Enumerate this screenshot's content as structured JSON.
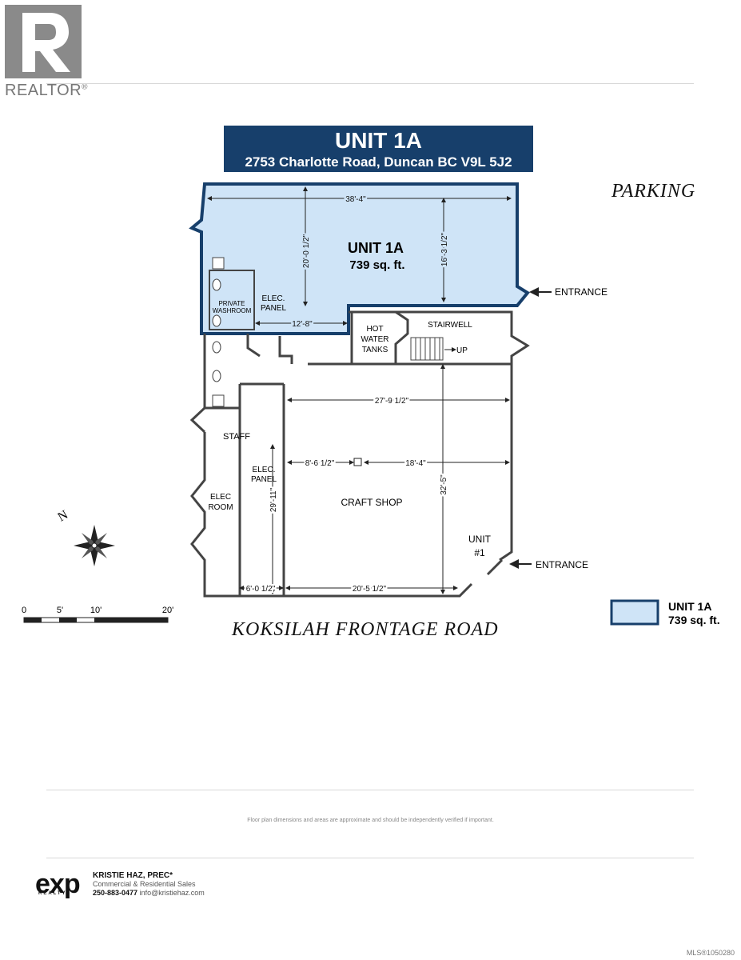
{
  "header": {
    "realtor_label": "REALTOR",
    "registered_mark": "®"
  },
  "title": {
    "unit": "UNIT 1A",
    "address": "2753 Charlotte Road, Duncan BC V9L 5J2"
  },
  "labels": {
    "parking": "PARKING",
    "road": "KOKSILAH FRONTAGE ROAD",
    "unit_1a_name": "UNIT 1A",
    "unit_1a_area": "739 sq. ft.",
    "private_washroom_line1": "PRIVATE",
    "private_washroom_line2": "WASHROOM",
    "elec_panel_1_line1": "ELEC.",
    "elec_panel_1_line2": "PANEL",
    "hot_water_line1": "HOT",
    "hot_water_line2": "WATER",
    "hot_water_line3": "TANKS",
    "stairwell": "STAIRWELL",
    "up": "UP",
    "staff": "STAFF",
    "elec_panel_2_line1": "ELEC.",
    "elec_panel_2_line2": "PANEL",
    "elec_room_line1": "ELEC",
    "elec_room_line2": "ROOM",
    "craft_shop": "CRAFT SHOP",
    "unit_1_line1": "UNIT",
    "unit_1_line2": "#1",
    "entrance_upper": "ENTRANCE",
    "entrance_lower": "ENTRANCE",
    "north": "N"
  },
  "dimensions": {
    "d_38_4": "38'-4\"",
    "d_20_0_5": "20'-0 1/2\"",
    "d_16_3_5": "16'-3 1/2\"",
    "d_12_8": "12'-8\"",
    "d_27_9_5": "27'-9 1/2\"",
    "d_8_6_5": "8'-6 1/2\"",
    "d_18_4": "18'-4\"",
    "d_29_11": "29'-11\"",
    "d_32_5": "32'-5\"",
    "d_6_0_5": "6'-0 1/2\"",
    "d_20_5_5": "20'-5 1/2\""
  },
  "scale_bar": {
    "ticks": [
      "0",
      "5'",
      "10'",
      "20'"
    ]
  },
  "legend": {
    "name": "UNIT 1A",
    "area": "739 sq. ft.",
    "fill_color": "#cfe4f7"
  },
  "colors": {
    "banner": "#173f6b",
    "unit_highlight_fill": "#cfe4f7",
    "unit_highlight_border": "#173f6b",
    "wall": "#444444"
  },
  "footer": {
    "disclaimer": "Floor plan dimensions and areas are approximate and should be independently verified if important.",
    "brand_logo": "exp",
    "brand_sub": "REALTY",
    "agent_name": "KRISTIE HAZ, PREC*",
    "agent_company": "Commercial & Residential Sales",
    "agent_phone": "250-883-0477",
    "agent_email": "info@kristiehaz.com",
    "mls": "MLS®1050280"
  }
}
